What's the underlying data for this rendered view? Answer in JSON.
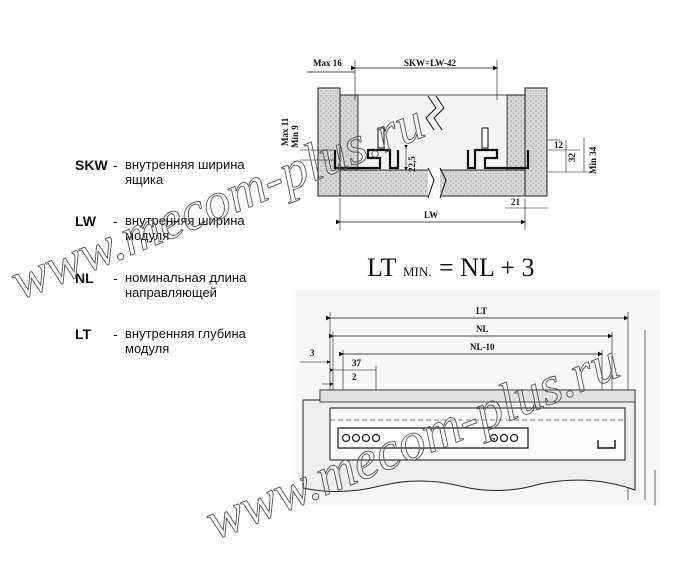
{
  "legend": [
    {
      "abbr": "SKW",
      "dash": "-",
      "desc": "внутренняя ширина ящика"
    },
    {
      "abbr": "LW",
      "dash": "-",
      "desc": "внутренняя ширина модуля"
    },
    {
      "abbr": "NL",
      "dash": "-",
      "desc": "номинальная длина направляющей"
    },
    {
      "abbr": "LT",
      "dash": "-",
      "desc": "внутренняя глубина модуля"
    }
  ],
  "formula": {
    "lhs": "LT",
    "sub": "MIN.",
    "rhs": "= NL + 3"
  },
  "top_dims": {
    "max16": "Max 16",
    "skw": "SKW=LW-42",
    "max11": "Max 11",
    "min9": "Min 9",
    "d22_5": "22,5",
    "d12": "12",
    "d32": "32",
    "min34": "Min 34",
    "d21": "21",
    "lw": "LW"
  },
  "bottom_dims": {
    "lt": "LT",
    "nl": "NL",
    "nl10": "NL-10",
    "d3": "3",
    "d37": "37",
    "d2": "2"
  },
  "watermark": "www.mecom-plus.ru"
}
